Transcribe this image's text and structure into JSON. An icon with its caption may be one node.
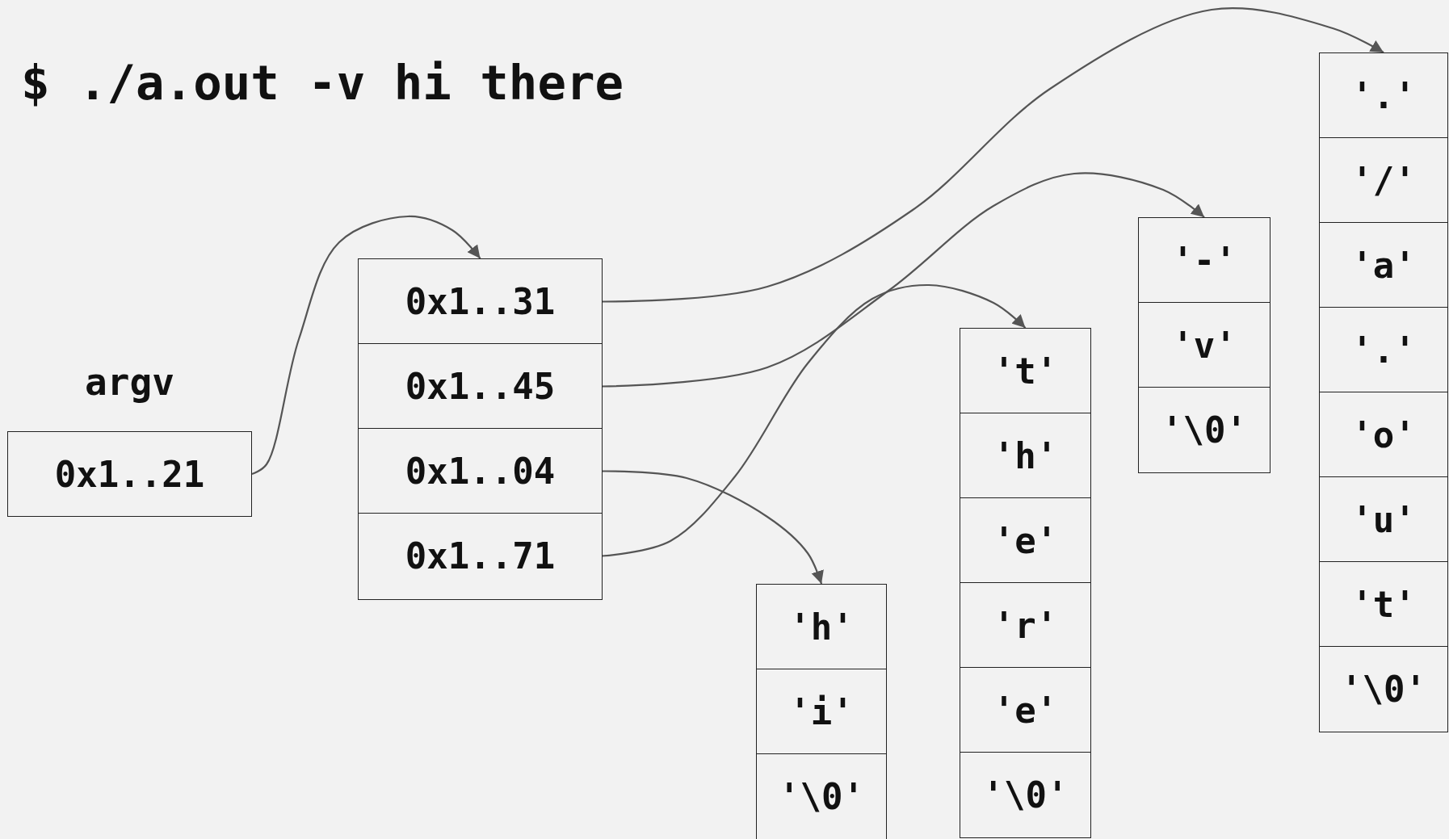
{
  "diagram": {
    "title": "$ ./a.out -v hi there",
    "nodes": [
      {
        "text": [
          "0x1..21"
        ],
        "beside": [
          "argv"
        ]
      },
      {
        "text": [],
        "shape": "box"
      },
      {
        "text": [
          "0x1..31"
        ],
        "in": 1
      },
      {
        "text": [
          "0x1..45"
        ],
        "in": 1
      },
      {
        "text": [
          "0x1..04"
        ],
        "in": 1
      },
      {
        "text": [
          "0x1..71"
        ],
        "in": 1
      },
      {
        "text": [],
        "shape": "box"
      },
      {
        "text": [
          "'h'"
        ],
        "in": 6
      },
      {
        "text": [
          "'i'"
        ],
        "in": 6
      },
      {
        "text": [
          "'\\0'"
        ],
        "in": 6
      },
      {
        "text": [],
        "shape": "box"
      },
      {
        "text": [
          "'t'"
        ],
        "in": 10
      },
      {
        "text": [
          "'h'"
        ],
        "in": 10
      },
      {
        "text": [
          "'e'"
        ],
        "in": 10
      },
      {
        "text": [
          "'r'"
        ],
        "in": 10
      },
      {
        "text": [
          "'e'"
        ],
        "in": 10
      },
      {
        "text": [
          "'\\0'"
        ],
        "in": 10
      },
      {
        "text": [],
        "shape": "box"
      },
      {
        "text": [
          "'-'"
        ],
        "in": 17
      },
      {
        "text": [
          "'v'"
        ],
        "in": 17
      },
      {
        "text": [
          "'\\0'"
        ],
        "in": 17
      },
      {
        "text": [],
        "shape": "box"
      },
      {
        "text": [
          "'.'"
        ],
        "in": 21
      },
      {
        "text": [
          "'/'"
        ],
        "in": 21
      },
      {
        "text": [
          "'a'"
        ],
        "in": 21
      },
      {
        "text": [
          "'.'"
        ],
        "in": 21
      },
      {
        "text": [
          "'o'"
        ],
        "in": 21
      },
      {
        "text": [
          "'u'"
        ],
        "in": 21
      },
      {
        "text": [
          "'t'"
        ],
        "in": 21
      },
      {
        "text": [
          "'\\0'"
        ],
        "in": 21
      }
    ],
    "edges": [
      {
        "from": 0,
        "to": 1,
        "arrow": "to"
      },
      {
        "from": 2,
        "to": 21,
        "arrow": "to"
      },
      {
        "from": 3,
        "to": 17,
        "arrow": "to"
      },
      {
        "from": 4,
        "to": 6,
        "arrow": "to"
      },
      {
        "from": 5,
        "to": 10,
        "arrow": "to"
      }
    ]
  }
}
